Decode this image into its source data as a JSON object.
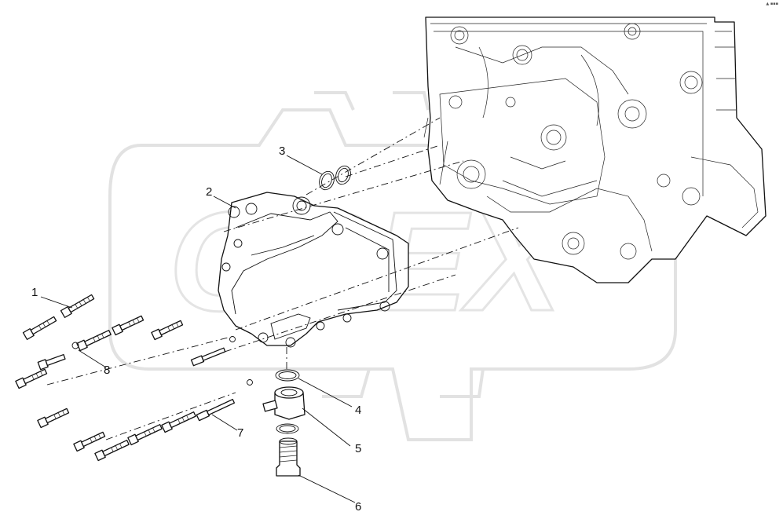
{
  "watermark": {
    "text": "OPEX"
  },
  "corner_mark": "▲ ▪▪▪",
  "callouts": [
    {
      "id": "1",
      "label": "1"
    },
    {
      "id": "2",
      "label": "2"
    },
    {
      "id": "3",
      "label": "3"
    },
    {
      "id": "4",
      "label": "4"
    },
    {
      "id": "5",
      "label": "5"
    },
    {
      "id": "6",
      "label": "6"
    },
    {
      "id": "7",
      "label": "7"
    },
    {
      "id": "8",
      "label": "8"
    }
  ],
  "colors": {
    "line": "#111111",
    "watermark": "#e2e2e2",
    "background": "#ffffff"
  }
}
